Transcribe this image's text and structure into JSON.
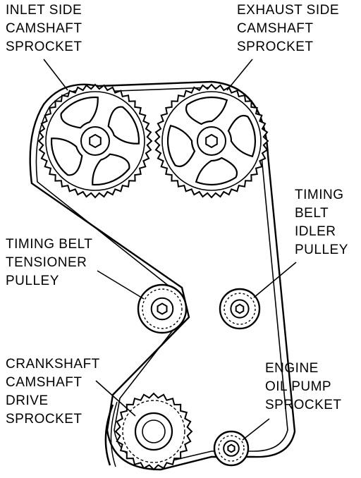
{
  "labels": {
    "inlet_sprocket": [
      "INLET SIDE",
      "CAMSHAFT",
      "SPROCKET"
    ],
    "exhaust_sprocket": [
      "EXHAUST SIDE",
      "CAMSHAFT",
      "SPROCKET"
    ],
    "idler_pulley": [
      "TIMING",
      "BELT",
      "IDLER",
      "PULLEY"
    ],
    "tensioner_pulley": [
      "TIMING BELT",
      "TENSIONER",
      "PULLEY"
    ],
    "crank_sprocket": [
      "CRANKSHAFT",
      "CAMSHAFT",
      "DRIVE",
      "SPROCKET"
    ],
    "oil_pump_sprocket": [
      "ENGINE",
      "OIL PUMP",
      "SPROCKET"
    ]
  },
  "colors": {
    "ink": "#000000",
    "paper": "#ffffff"
  }
}
